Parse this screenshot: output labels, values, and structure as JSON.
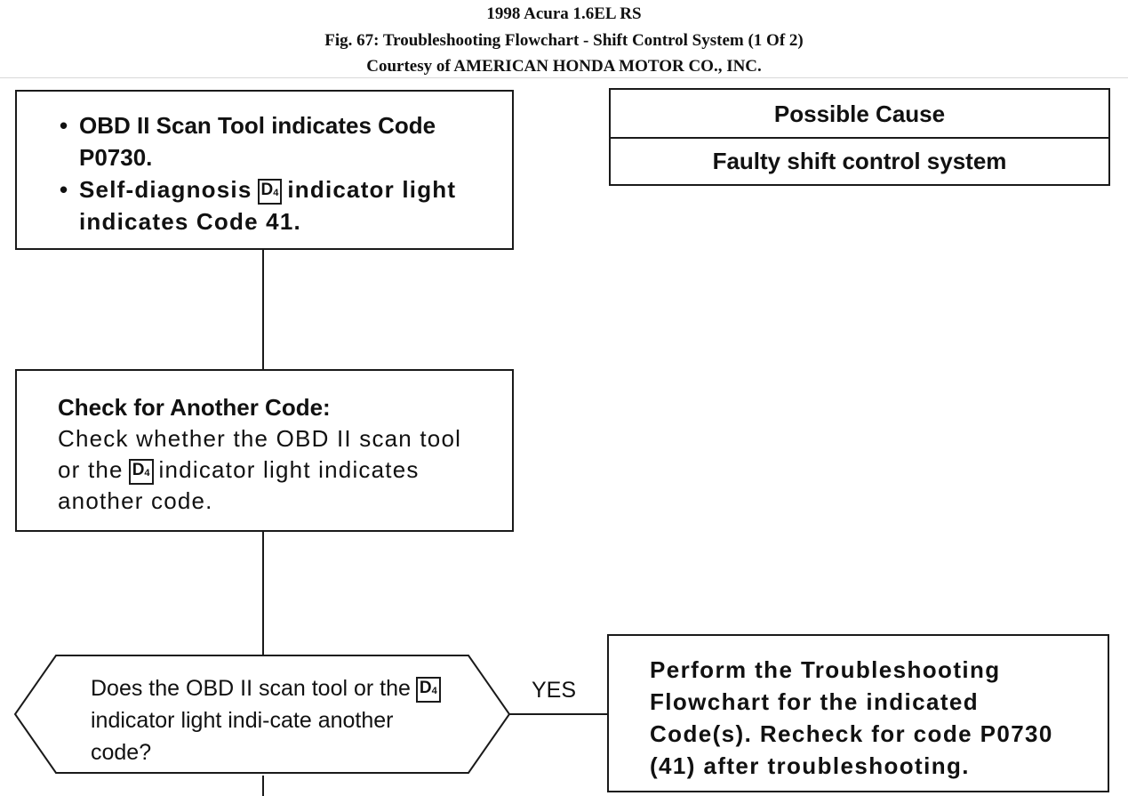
{
  "header": {
    "line1": "1998 Acura 1.6EL RS",
    "line2": "Fig. 67: Troubleshooting Flowchart - Shift Control System (1 Of 2)",
    "line3": "Courtesy of AMERICAN HONDA MOTOR CO., INC."
  },
  "start_box": {
    "bullet1": "OBD II Scan Tool indicates Code P0730.",
    "bullet2_pre": "Self-diagnosis",
    "bullet2_post": "indicator light indicates Code 41."
  },
  "indicator": {
    "letter": "D",
    "sub": "4"
  },
  "cause_table": {
    "header": "Possible Cause",
    "value": "Faulty shift control system"
  },
  "check_box": {
    "title": "Check for Another Code:",
    "text_pre": "Check whether the OBD II scan tool or the",
    "text_post": "indicator light indicates another code."
  },
  "decision": {
    "text_pre": "Does the OBD II scan tool or the",
    "text_post": "indicator light indi-cate another code?"
  },
  "yes_label": "YES",
  "action_box": {
    "text": "Perform the Troubleshooting Flowchart for the indicated Code(s). Recheck for code P0730 (41) after troubleshooting."
  }
}
